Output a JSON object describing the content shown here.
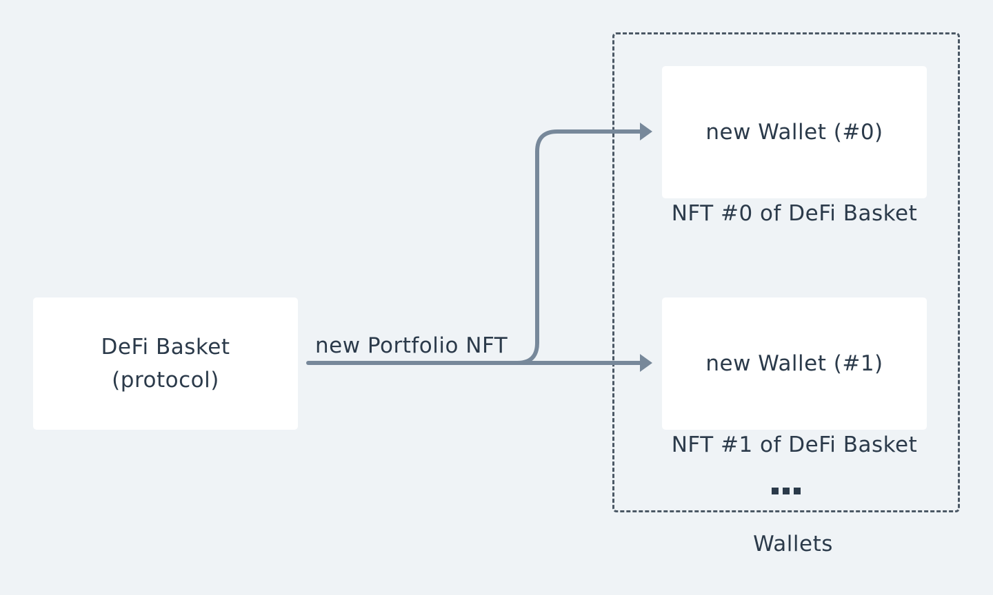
{
  "nodes": {
    "protocol": {
      "line1": "DeFi Basket",
      "line2": "(protocol)"
    },
    "wallet0": {
      "label": "new Wallet (#0)",
      "caption": "NFT #0 of DeFi Basket"
    },
    "wallet1": {
      "label": "new Wallet (#1)",
      "caption": "NFT #1 of DeFi Basket"
    }
  },
  "edges": {
    "mint_label": "new Portfolio NFT"
  },
  "group": {
    "title": "Wallets",
    "more": "..."
  },
  "colors": {
    "background": "#eff3f6",
    "box": "#ffffff",
    "connector": "#77889a",
    "text": "#2b3a4a",
    "dashed_border": "#4b5865"
  }
}
